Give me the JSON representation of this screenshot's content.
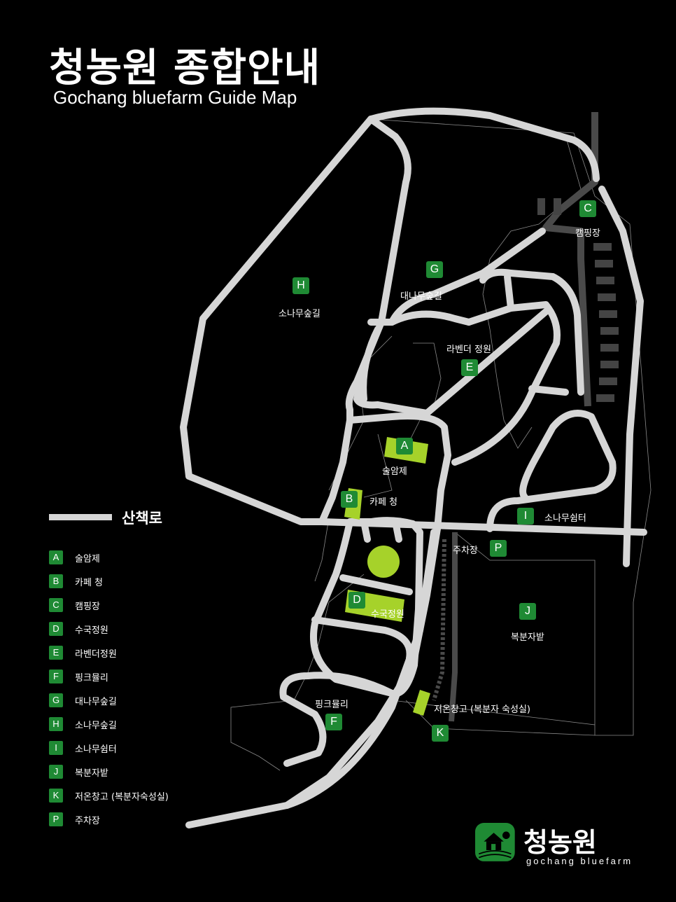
{
  "title": "청농원 종합안내",
  "subtitle": "Gochang bluefarm Guide Map",
  "walkway_legend": "산책로",
  "colors": {
    "background": "#000000",
    "road": "#d6d6d6",
    "badge": "#1f8a34",
    "building": "#a6d22a",
    "parking": "#444444"
  },
  "map_markers": {
    "A": {
      "letter": "A",
      "name": "술암제"
    },
    "B": {
      "letter": "B",
      "name": "카페 청"
    },
    "C": {
      "letter": "C",
      "name": "캠핑장"
    },
    "D": {
      "letter": "D",
      "name": "수국정원"
    },
    "E": {
      "letter": "E",
      "name": "라벤더 정원"
    },
    "F": {
      "letter": "F",
      "name": "핑크뮬리"
    },
    "G": {
      "letter": "G",
      "name": "대나무숲길"
    },
    "H": {
      "letter": "H",
      "name": "소나무숲길"
    },
    "I": {
      "letter": "I",
      "name": "소나무쉼터"
    },
    "J": {
      "letter": "J",
      "name": "복분자밭"
    },
    "K": {
      "letter": "K",
      "name": "저온창고 (복분자 숙성실)"
    },
    "P": {
      "letter": "P",
      "name": "주차장"
    }
  },
  "legend": [
    {
      "letter": "A",
      "label": "술암제"
    },
    {
      "letter": "B",
      "label": "카페 청"
    },
    {
      "letter": "C",
      "label": "캠핑장"
    },
    {
      "letter": "D",
      "label": "수국정원"
    },
    {
      "letter": "E",
      "label": "라벤더정원"
    },
    {
      "letter": "F",
      "label": "핑크뮬리"
    },
    {
      "letter": "G",
      "label": "대나무숲길"
    },
    {
      "letter": "H",
      "label": "소나무숲길"
    },
    {
      "letter": "I",
      "label": "소나무쉼터"
    },
    {
      "letter": "J",
      "label": "복분자밭"
    },
    {
      "letter": "K",
      "label": "저온창고 (복분자숙성실)"
    },
    {
      "letter": "P",
      "label": "주차장"
    }
  ],
  "logo": {
    "name": "청농원",
    "tagline": "gochang bluefarm",
    "icon": "farm-house-icon"
  }
}
